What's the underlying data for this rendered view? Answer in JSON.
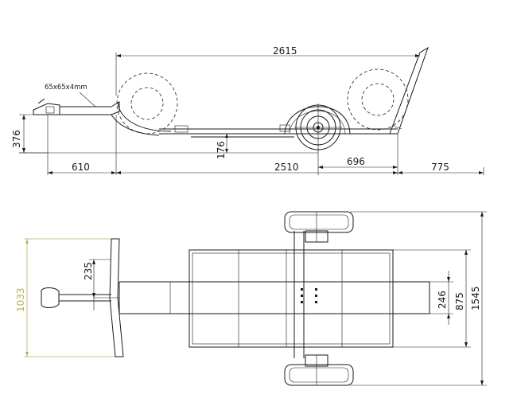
{
  "side_view": {
    "profile_label": "65x65x4mm",
    "dims": {
      "overall_length": "2615",
      "hitch_height": "376",
      "deck_height": "176",
      "drawbar": "610",
      "deck_length": "2510",
      "axle_to_rear": "696",
      "rear_overhang": "775"
    }
  },
  "top_view": {
    "dims": {
      "overall_width": "1545",
      "tyre_track": "875",
      "rail_width": "246",
      "drawbar_offset": "235",
      "aframe_width": "1033"
    },
    "accent_color": "#b7b061"
  }
}
